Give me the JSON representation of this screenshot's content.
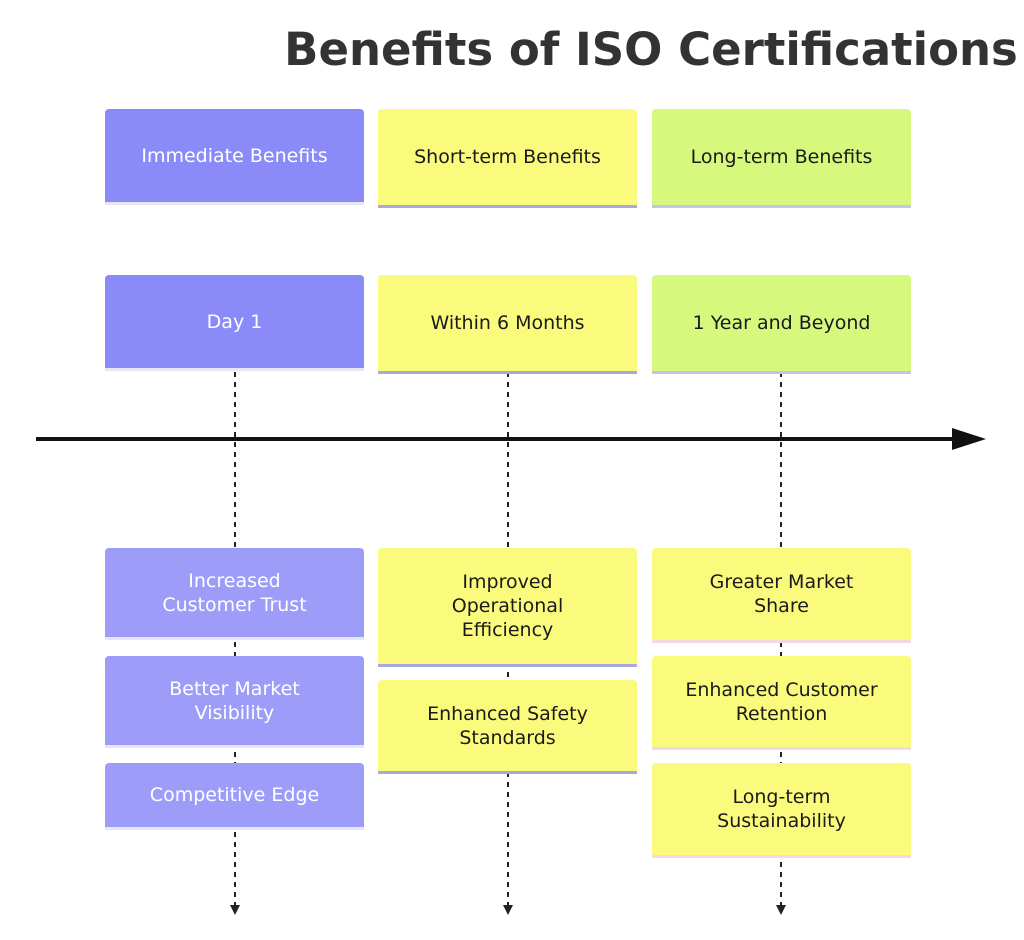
{
  "title": "Benefits of ISO Certifications",
  "columns": [
    {
      "category": "Immediate Benefits",
      "timeframe": "Day 1",
      "benefits": [
        "Increased Customer Trust",
        "Better Market Visibility",
        "Competitive Edge"
      ]
    },
    {
      "category": "Short-term Benefits",
      "timeframe": "Within 6 Months",
      "benefits": [
        "Improved Operational Efficiency",
        "Enhanced Safety Standards"
      ]
    },
    {
      "category": "Long-term Benefits",
      "timeframe": "1 Year and Beyond",
      "benefits": [
        "Greater Market Share",
        "Enhanced Customer Retention",
        "Long-term Sustainability"
      ]
    }
  ],
  "colors": {
    "immediate": "#8a8af8",
    "immediate_benefit": "#9d9df9",
    "short_term": "#fafa7c",
    "long_term": "#d6f87c",
    "timeline": "#111111",
    "title": "#333333"
  }
}
